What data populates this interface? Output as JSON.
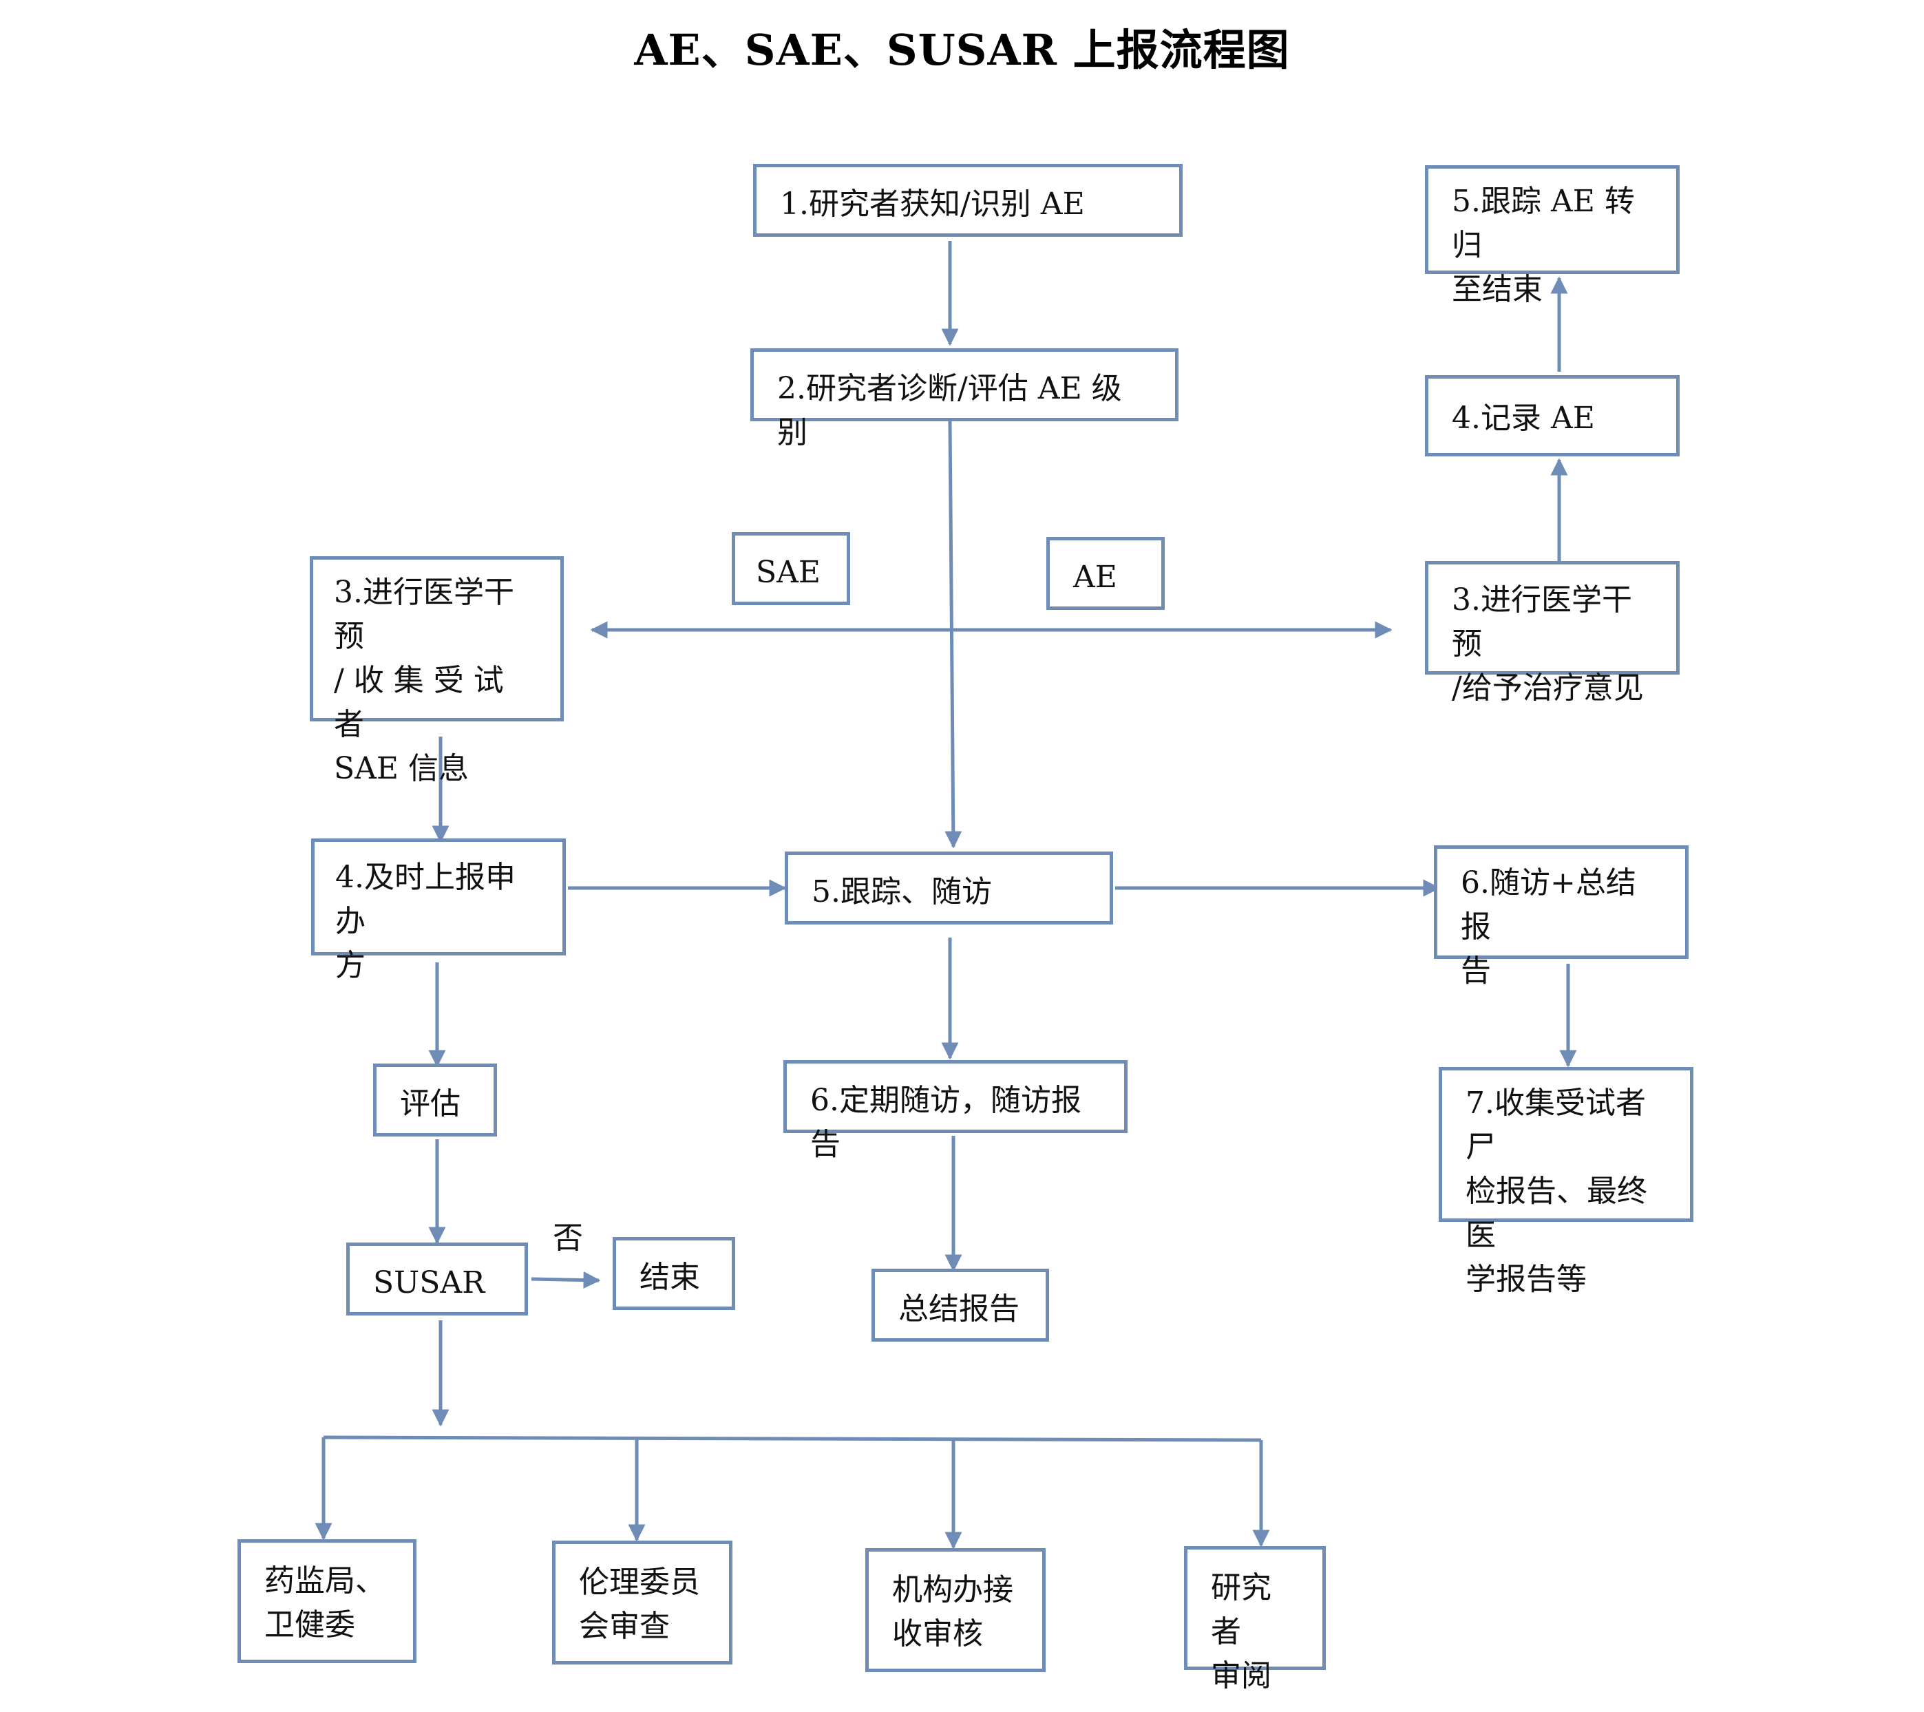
{
  "title": "AE、SAE、SUSAR 上报流程图",
  "colors": {
    "stroke": "#6E8CB5",
    "text": "#111111"
  },
  "nodes": {
    "identify_ae": "1.研究者获知/识别 AE",
    "diagnose_ae": "2.研究者诊断/评估 AE 级别",
    "sae_label": "SAE",
    "ae_label": "AE",
    "sae_intervene": "3.进行医学干预\n/ 收 集 受 试 者\nSAE 信息",
    "ae_intervene": "3.进行医学干预\n/给予治疗意见",
    "record_ae": "4.记录 AE",
    "track_ae_end": "5.跟踪 AE 转归\n至结束",
    "report_sponsor": "4.及时上报申办\n方",
    "track_followup": "5.跟踪、随访",
    "followup_summary": "6.随访+总结报\n告",
    "periodic_followup": "6.定期随访，随访报告",
    "collect_autopsy": "7.收集受试者尸\n检报告、最终医\n学报告等",
    "assess": "评估",
    "susar": "SUSAR",
    "no_label": "否",
    "end": "结束",
    "summary_report": "总结报告",
    "fda_health": "药监局、\n卫健委",
    "ethics_review": "伦理委员\n会审查",
    "institution_review": "机构办接\n收审核",
    "investigator_review": "研究者\n审阅"
  }
}
